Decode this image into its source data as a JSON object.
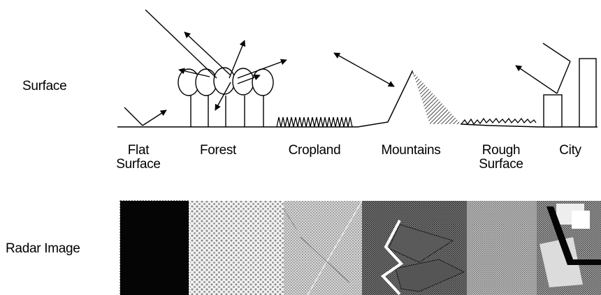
{
  "row_labels": {
    "surface": "Surface",
    "radar": "Radar Image"
  },
  "surfaces": [
    {
      "line1": "Flat",
      "line2": "Surface"
    },
    {
      "line1": "Forest",
      "line2": ""
    },
    {
      "line1": "Cropland",
      "line2": ""
    },
    {
      "line1": "Mountains",
      "line2": ""
    },
    {
      "line1": "Rough",
      "line2": "Surface"
    },
    {
      "line1": "City",
      "line2": ""
    }
  ]
}
